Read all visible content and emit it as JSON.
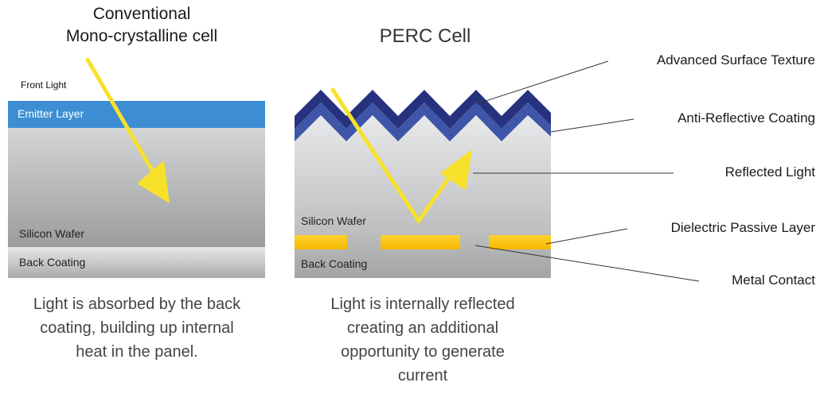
{
  "conventional": {
    "title_line1": "Conventional",
    "title_line2": "Mono-crystalline cell",
    "front_light": "Front Light",
    "emitter_layer": "Emitter Layer",
    "silicon_wafer": "Silicon Wafer",
    "back_coating": "Back Coating",
    "caption_line1": "Light is absorbed by the back",
    "caption_line2": "coating, building up internal",
    "caption_line3": "heat in the panel."
  },
  "perc": {
    "title": "PERC Cell",
    "silicon_wafer": "Silicon Wafer",
    "back_coating": "Back Coating",
    "caption_line1": "Light is internally reflected",
    "caption_line2": "creating an additional",
    "caption_line3": "opportunity to generate",
    "caption_line4": "current"
  },
  "callouts": {
    "advanced_surface_texture": "Advanced Surface Texture",
    "anti_reflective_coating": "Anti-Reflective Coating",
    "reflected_light": "Reflected Light",
    "dielectric_passive_layer": "Dielectric Passive Layer",
    "metal_contact": "Metal Contact"
  },
  "colors": {
    "emitter_blue": "#3d8ed2",
    "texture_dark_blue": "#27327f",
    "coating_blue": "#3f55a8",
    "arrow_yellow": "#f7e12b",
    "dielectric_yellow": "#fdc70d",
    "wafer_gray": "#c9cacb",
    "back_coating_gray": "#bcbdbf"
  },
  "icons": {
    "incoming_light": "yellow-arrow-icon",
    "reflected_light": "yellow-arrow-icon"
  }
}
